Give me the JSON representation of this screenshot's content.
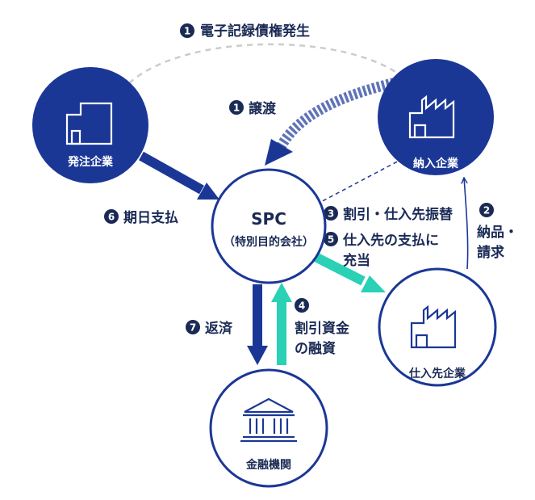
{
  "colors": {
    "navy": "#1b3796",
    "navy_dark": "#1a2a55",
    "teal": "#2ad1b5",
    "dashed_gray": "#cccccc",
    "dotted_arrow": "#5f73b8"
  },
  "nodes": {
    "hatchu": {
      "label": "発注企業",
      "icon": "office-building-icon"
    },
    "nonyu": {
      "label": "納入企業",
      "icon": "factory-icon"
    },
    "spc": {
      "title": "SPC",
      "subtitle": "（特別目的会社）"
    },
    "shiire": {
      "label": "仕入先企業",
      "icon": "factory-icon"
    },
    "kinyu": {
      "label": "金融機関",
      "icon": "bank-icon"
    }
  },
  "steps": {
    "s1a": {
      "num": "1",
      "text": "電子記録債権発生"
    },
    "s1b": {
      "num": "1",
      "text": "譲渡"
    },
    "s2": {
      "num": "2",
      "line1": "納品・",
      "line2": "請求"
    },
    "s3": {
      "num": "3",
      "text": "割引・仕入先振替"
    },
    "s4": {
      "num": "4",
      "line1": "割引資金",
      "line2": "の融資"
    },
    "s5": {
      "num": "5",
      "line1": "仕入先の支払に",
      "line2": "充当"
    },
    "s6": {
      "num": "6",
      "text": "期日支払"
    },
    "s7": {
      "num": "7",
      "text": "返済"
    }
  }
}
